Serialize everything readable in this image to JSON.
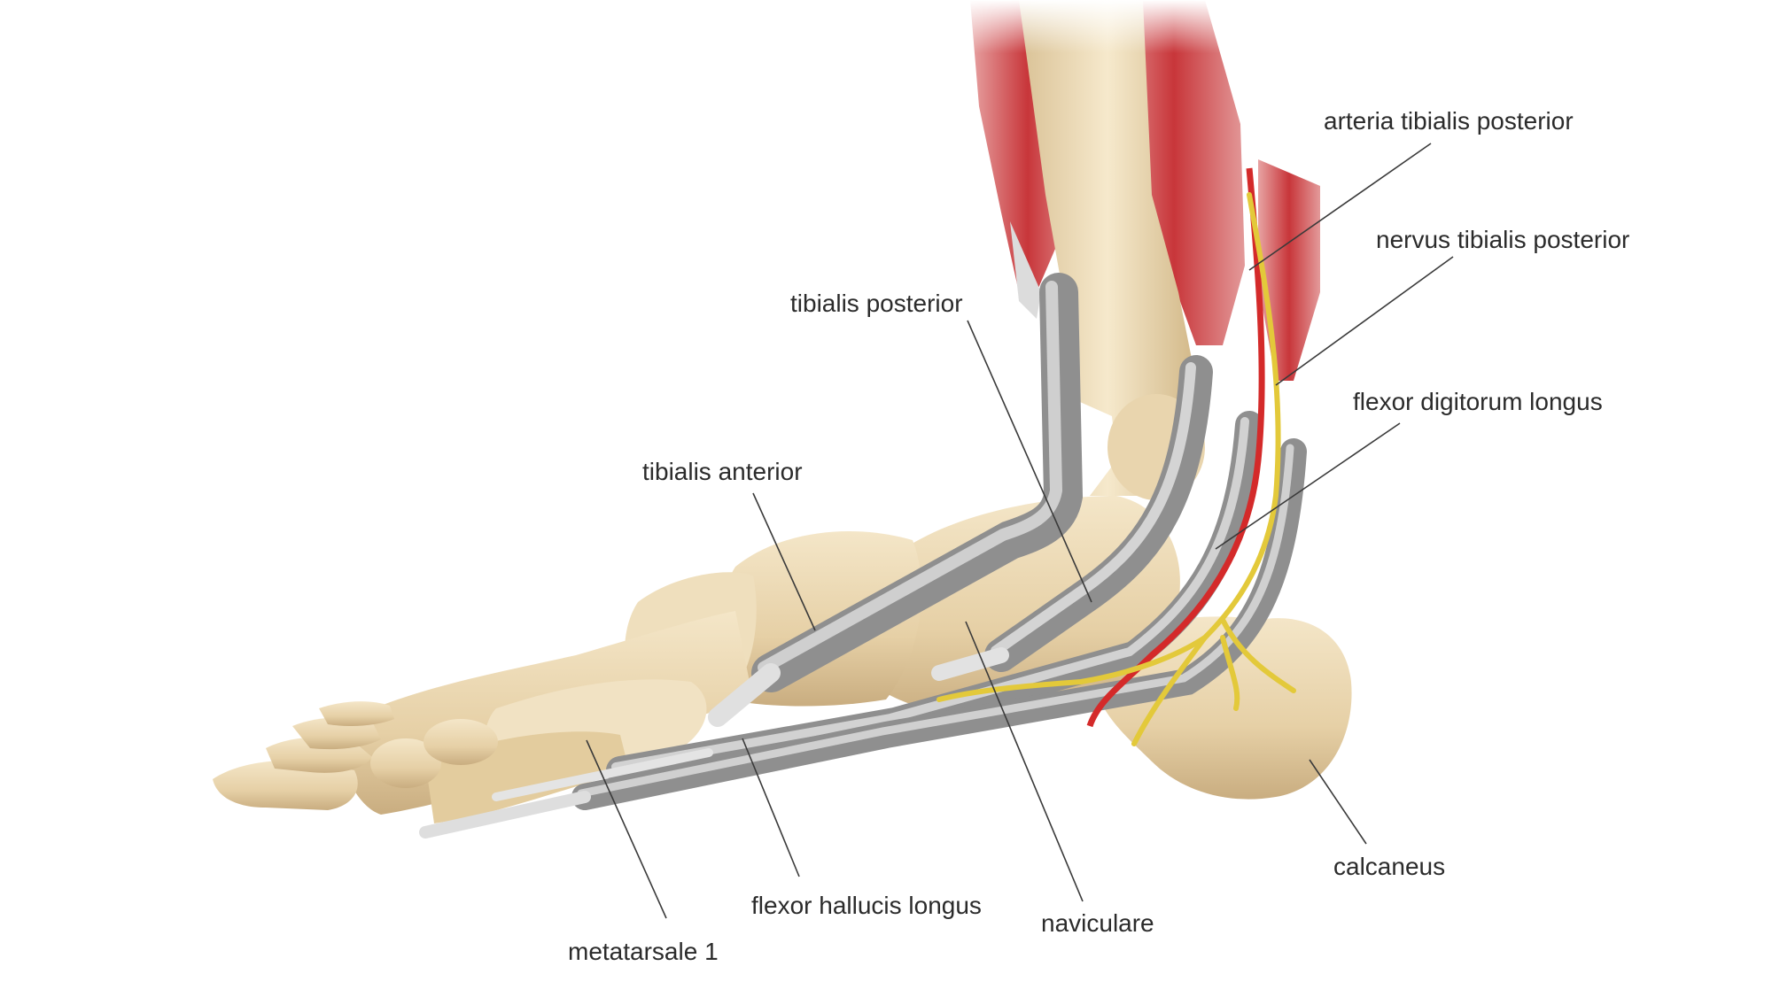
{
  "labels": {
    "arteria_tibialis_posterior": "arteria tibialis posterior",
    "nervus_tibialis_posterior": "nervus tibialis posterior",
    "tibialis_posterior": "tibialis posterior",
    "flexor_digitorum_longus": "flexor digitorum longus",
    "tibialis_anterior": "tibialis anterior",
    "calcaneus": "calcaneus",
    "flexor_hallucis_longus": "flexor hallucis longus",
    "naviculare": "naviculare",
    "metatarsale_1": "metatarsale 1"
  },
  "colors": {
    "bone": "#ecd9b5",
    "bone_shade": "#cdb387",
    "tendon": "#9c9c9c",
    "tendon_light": "#d8d8d8",
    "muscle": "#c9363a",
    "artery": "#d42a2a",
    "nerve": "#e3c93a",
    "leader": "#3a3a3a"
  }
}
